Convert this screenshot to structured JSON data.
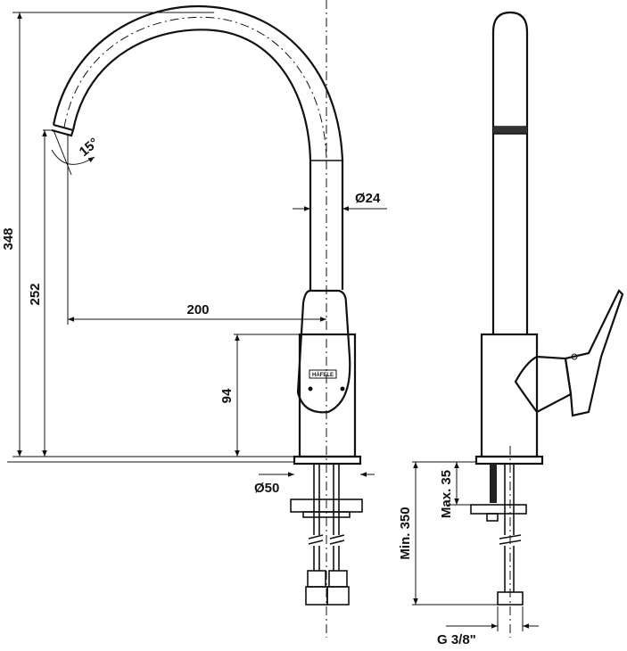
{
  "dimensions": {
    "total_height": "348",
    "spout_height": "252",
    "reach": "200",
    "handle_height": "94",
    "spout_diameter": "Ø24",
    "base_diameter": "Ø50",
    "spout_angle": "15°",
    "max_thickness": "Max. 35",
    "min_hose": "Min. 350",
    "thread": "G 3/8\""
  },
  "brand_text": "HÄFELE",
  "colors": {
    "line": "#111111",
    "background": "#ffffff"
  }
}
